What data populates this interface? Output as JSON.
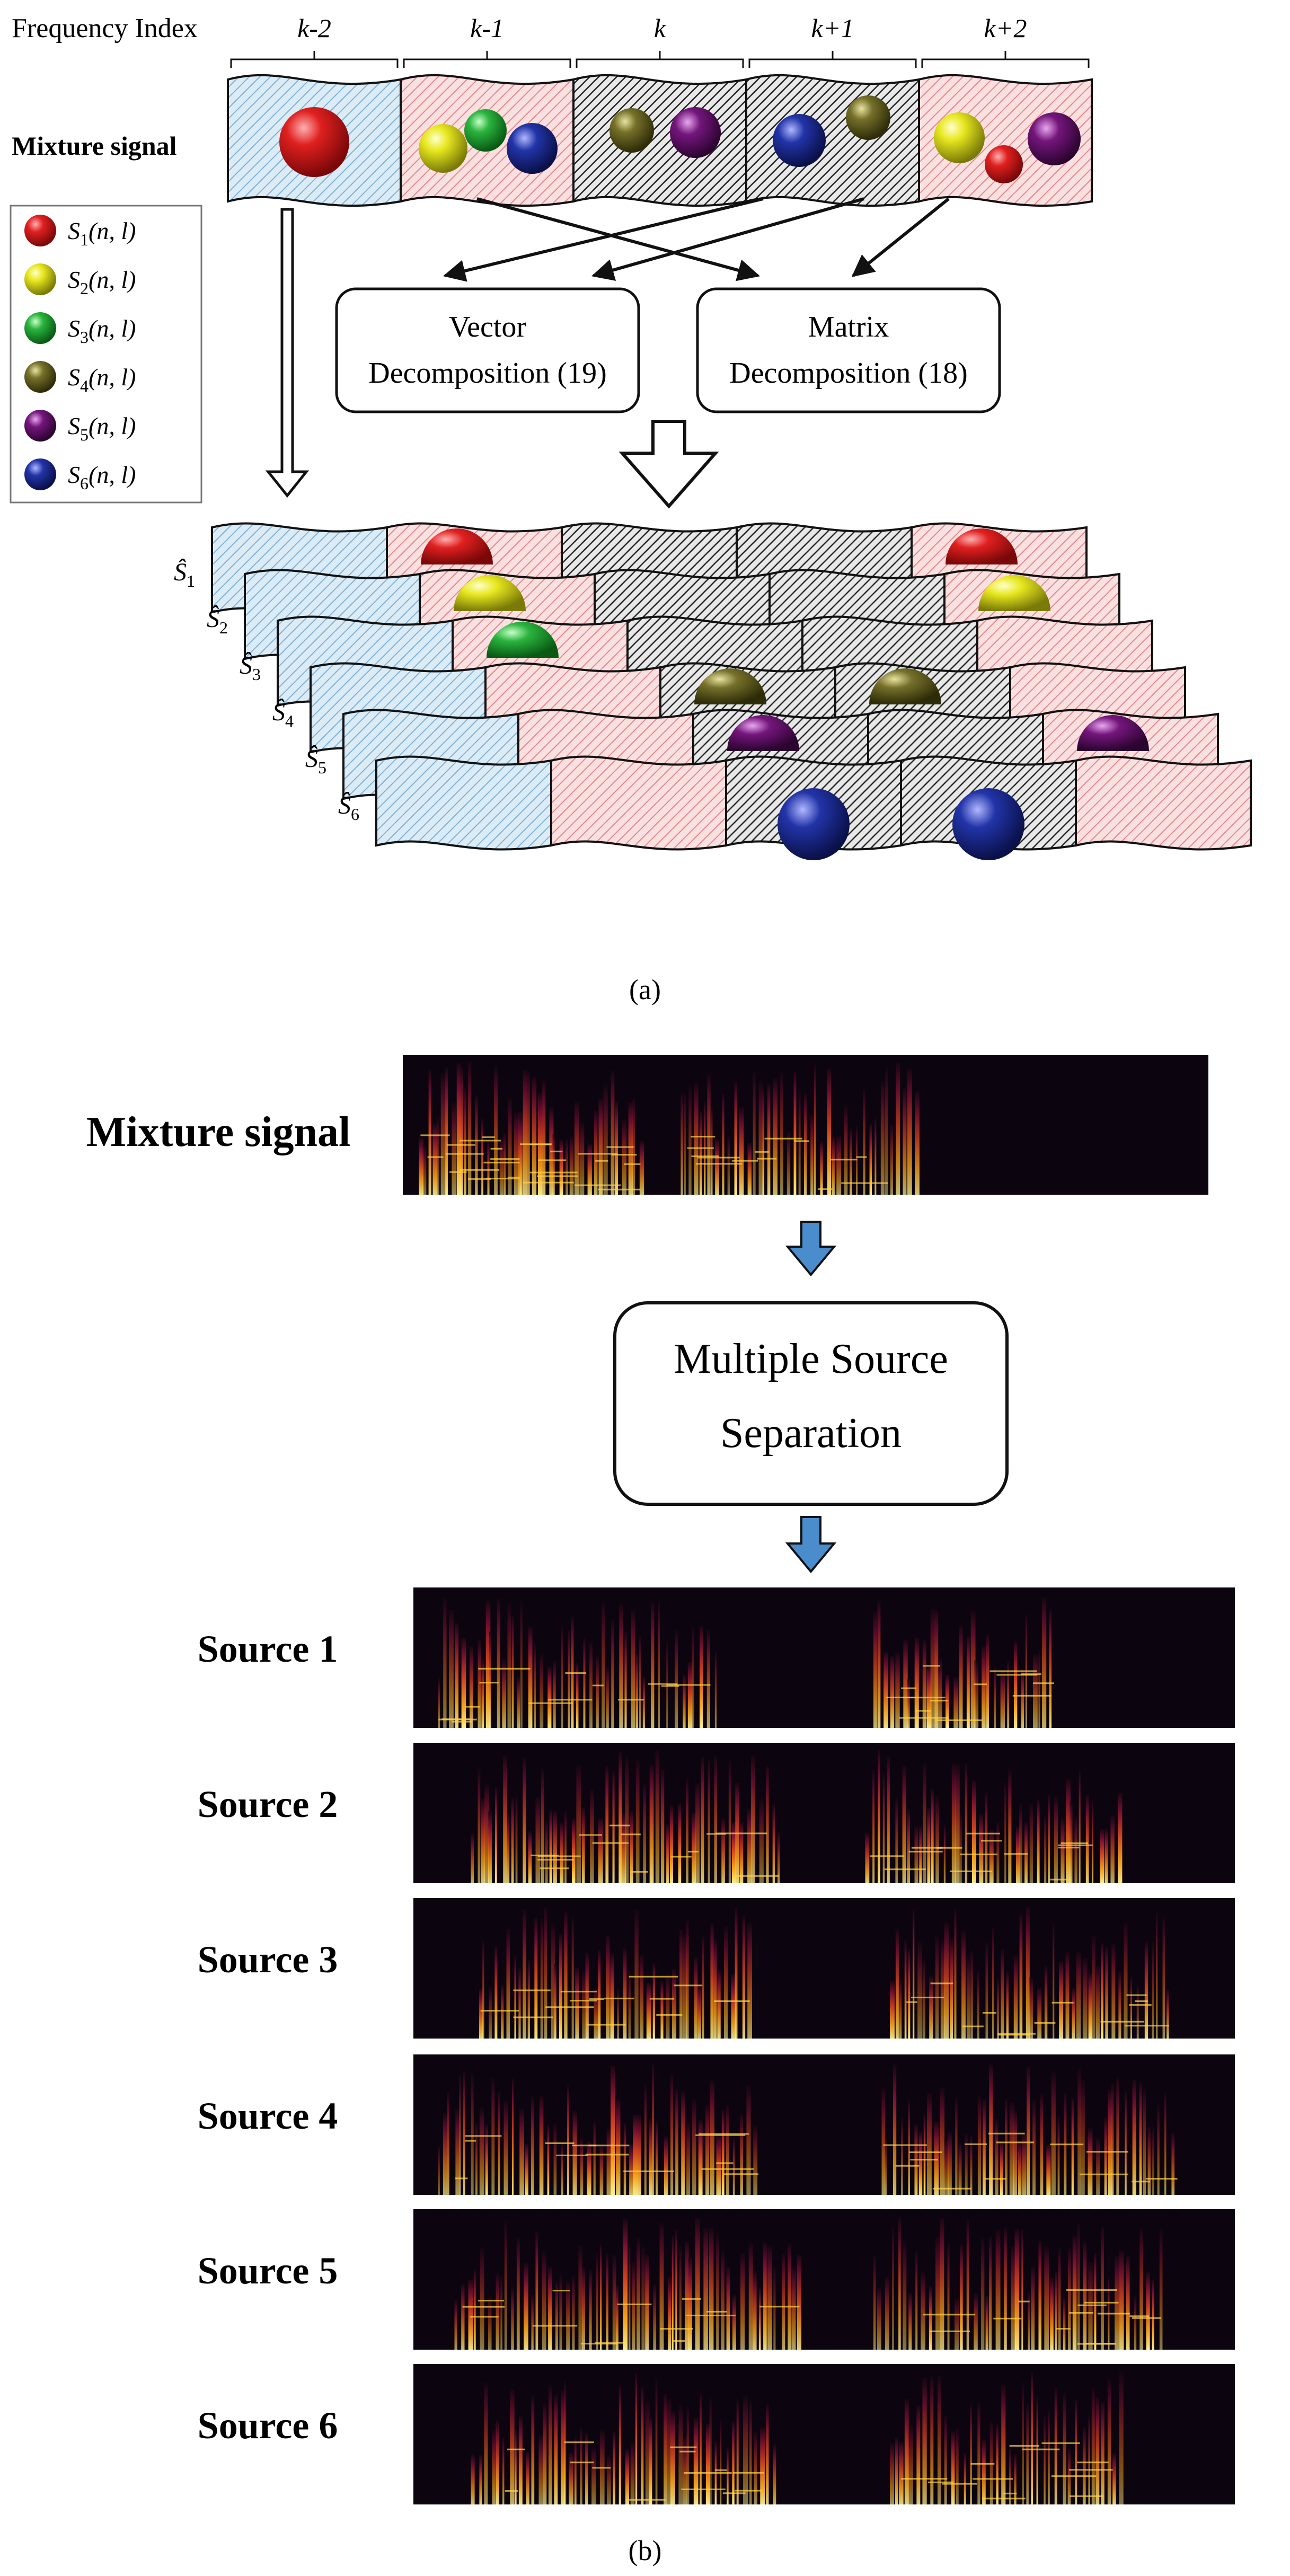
{
  "panel_a": {
    "frequency_index_label": "Frequency Index",
    "bin_labels": [
      "k-2",
      "k-1",
      "k",
      "k+1",
      "k+2"
    ],
    "mixture_label": "Mixture signal",
    "legend": [
      {
        "symbol": "S",
        "sub": "1",
        "arg": "(n, l)",
        "color": "#d01818"
      },
      {
        "symbol": "S",
        "sub": "2",
        "arg": "(n, l)",
        "color": "#e0e020"
      },
      {
        "symbol": "S",
        "sub": "3",
        "arg": "(n, l)",
        "color": "#22b23a"
      },
      {
        "symbol": "S",
        "sub": "4",
        "arg": "(n, l)",
        "color": "#6e6a20"
      },
      {
        "symbol": "S",
        "sub": "5",
        "arg": "(n, l)",
        "color": "#6a1470"
      },
      {
        "symbol": "S",
        "sub": "6",
        "arg": "(n, l)",
        "color": "#1e2e9a"
      }
    ],
    "vector_box": {
      "line1": "Vector",
      "line2": "Decomposition (19)"
    },
    "matrix_box": {
      "line1": "Matrix",
      "line2": "Decomposition (18)"
    },
    "output_layers": [
      {
        "symbol": "Ŝ",
        "sub": "1"
      },
      {
        "symbol": "Ŝ",
        "sub": "2"
      },
      {
        "symbol": "Ŝ",
        "sub": "3"
      },
      {
        "symbol": "Ŝ",
        "sub": "4"
      },
      {
        "symbol": "Ŝ",
        "sub": "5"
      },
      {
        "symbol": "Ŝ",
        "sub": "6"
      }
    ],
    "caption": "(a)"
  },
  "panel_b": {
    "mixture_label": "Mixture signal",
    "box": {
      "line1": "Multiple Source",
      "line2": "Separation"
    },
    "sources": [
      "Source 1",
      "Source 2",
      "Source 3",
      "Source 4",
      "Source 5",
      "Source 6"
    ],
    "caption": "(b)"
  },
  "colors": {
    "blue_tile": "#d8ecf8",
    "red_tile": "#f8d8d8",
    "black_tile": "#c8c8c8",
    "arrow_blue": "#4a8ccc"
  }
}
